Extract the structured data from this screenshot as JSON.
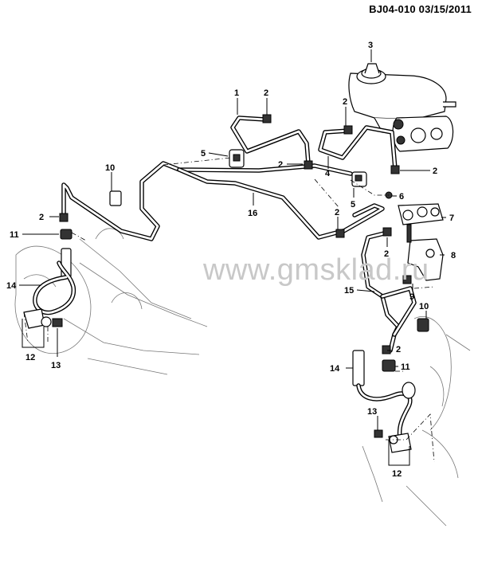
{
  "header": {
    "code": "BJ04-010",
    "date": "03/15/2011"
  },
  "watermark": "www.gmsklad.ru",
  "callouts": {
    "c1": "1",
    "c2a": "2",
    "c2b": "2",
    "c2c": "2",
    "c2d": "2",
    "c2e": "2",
    "c2f": "2",
    "c2g": "2",
    "c2h": "2",
    "c3": "3",
    "c4": "4",
    "c5a": "5",
    "c5b": "5",
    "c6": "6",
    "c7": "7",
    "c8": "8",
    "c9": "9",
    "c10a": "10",
    "c10b": "10",
    "c11a": "11",
    "c11b": "11",
    "c12a": "12",
    "c12b": "12",
    "c13a": "13",
    "c13b": "13",
    "c14a": "14",
    "c14b": "14",
    "c15": "15",
    "c16": "16"
  }
}
